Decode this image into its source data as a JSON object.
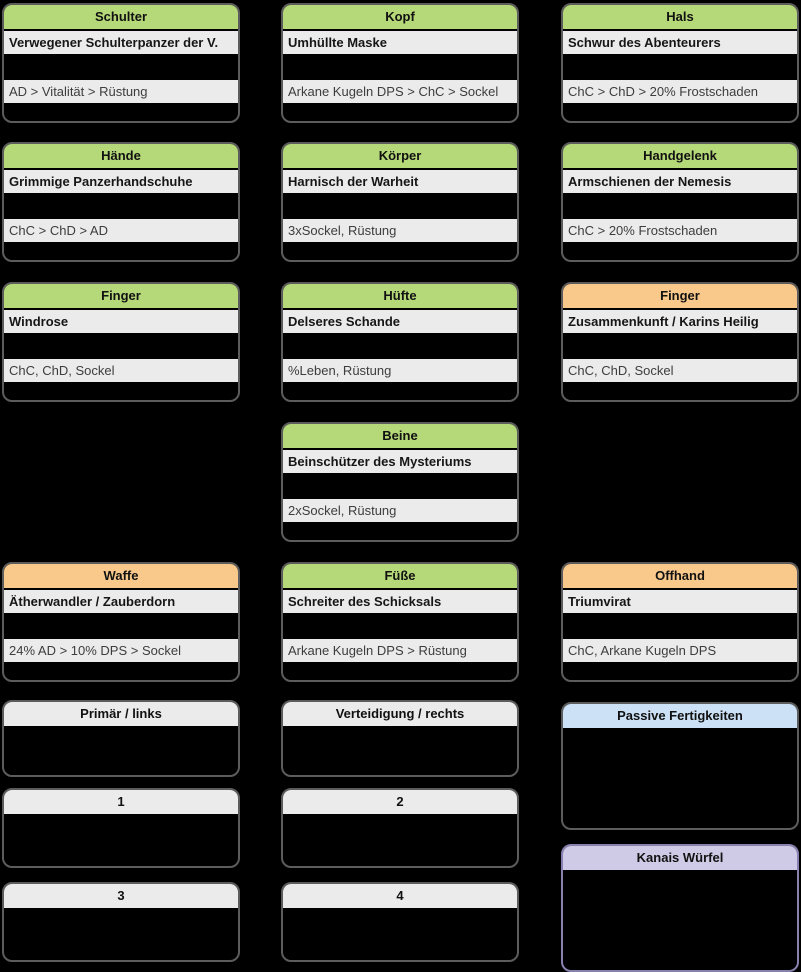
{
  "palette": {
    "background": "#000000",
    "card_border": "#5c5c5c",
    "cube_border": "#8781b0",
    "header_green": "#b5d878",
    "header_orange": "#f9c98c",
    "header_gray": "#ebebeb",
    "header_blue": "#cce1f6",
    "header_purple": "#cfcbe6",
    "row_bg": "#ebebeb"
  },
  "equipment": [
    {
      "slot": "Schulter",
      "name": "Verwegener Schulterpanzer der V.",
      "stats": "AD > Vitalität > Rüstung",
      "color": "green"
    },
    {
      "slot": "Kopf",
      "name": "Umhüllte Maske",
      "stats": "Arkane Kugeln DPS > ChC > Sockel",
      "color": "green"
    },
    {
      "slot": "Hals",
      "name": "Schwur des Abenteurers",
      "stats": "ChC > ChD > 20% Frostschaden",
      "color": "green"
    },
    {
      "slot": "Hände",
      "name": "Grimmige Panzerhandschuhe",
      "stats": "ChC > ChD > AD",
      "color": "green"
    },
    {
      "slot": "Körper",
      "name": "Harnisch der Warheit",
      "stats": "3xSockel, Rüstung",
      "color": "green"
    },
    {
      "slot": "Handgelenk",
      "name": "Armschienen der Nemesis",
      "stats": "ChC > 20% Frostschaden",
      "color": "green"
    },
    {
      "slot": "Finger",
      "name": "Windrose",
      "stats": "ChC, ChD, Sockel",
      "color": "green"
    },
    {
      "slot": "Hüfte",
      "name": "Delseres Schande",
      "stats": "%Leben, Rüstung",
      "color": "green"
    },
    {
      "slot": "Finger",
      "name": "Zusammenkunft / Karins Heilig",
      "stats": "ChC, ChD, Sockel",
      "color": "orange"
    },
    {
      "slot": "Beine",
      "name": "Beinschützer des Mysteriums",
      "stats": "2xSockel, Rüstung",
      "color": "green"
    },
    {
      "slot": "Waffe",
      "name": "Ätherwandler / Zauberdorn",
      "stats": "24% AD > 10% DPS > Sockel",
      "color": "orange"
    },
    {
      "slot": "Füße",
      "name": "Schreiter des Schicksals",
      "stats": "Arkane Kugeln DPS > Rüstung",
      "color": "green"
    },
    {
      "slot": "Offhand",
      "name": "Triumvirat",
      "stats": "ChC, Arkane Kugeln DPS",
      "color": "orange"
    }
  ],
  "skill_slots": {
    "primary_label": "Primär / links",
    "secondary_label": "Verteidigung / rechts",
    "passives_label": "Passive Fertigkeiten",
    "slot1_label": "1",
    "slot2_label": "2",
    "slot3_label": "3",
    "slot4_label": "4",
    "cube_label": "Kanais Würfel"
  }
}
